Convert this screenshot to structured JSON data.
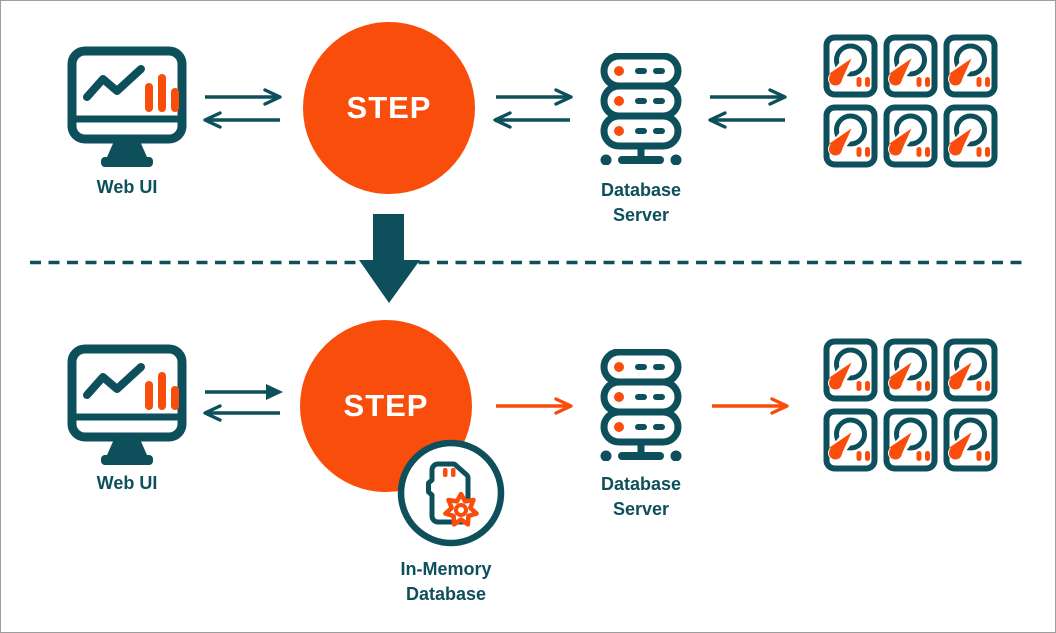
{
  "colors": {
    "teal": "#0E4F5C",
    "orange": "#F84D0B",
    "background": "#FFFFFF",
    "border_grey": "#9E9E9E"
  },
  "top_flow": {
    "web_ui": {
      "label": "Web UI",
      "icon": "monitor-chart-icon"
    },
    "step": {
      "label": "STEP",
      "shape": "orange-circle"
    },
    "database_server": {
      "label_line1": "Database",
      "label_line2": "Server",
      "icon": "server-stack-icon"
    },
    "storage": {
      "icon": "hard-disk-icon",
      "disk_count": 6
    },
    "web_ui_to_step_arrows": "bidirectional-teal",
    "step_to_db_arrows": "bidirectional-teal",
    "db_to_storage_arrows": "bidirectional-teal"
  },
  "divider": {
    "style": "dashed-teal-line",
    "transition_arrow": "solid-teal-down-arrow"
  },
  "bottom_flow": {
    "web_ui": {
      "label": "Web UI",
      "icon": "monitor-chart-icon"
    },
    "step": {
      "label": "STEP",
      "shape": "orange-circle",
      "badge": {
        "label_line1": "In-Memory",
        "label_line2": "Database",
        "icon": "memory-card-gear-icon"
      }
    },
    "database_server": {
      "label_line1": "Database",
      "label_line2": "Server",
      "icon": "server-stack-icon"
    },
    "storage": {
      "icon": "hard-disk-icon",
      "disk_count": 6
    },
    "web_ui_to_step_arrows": "bidirectional-teal",
    "step_to_db_arrow": "single-orange-right",
    "db_to_storage_arrow": "single-orange-right"
  }
}
